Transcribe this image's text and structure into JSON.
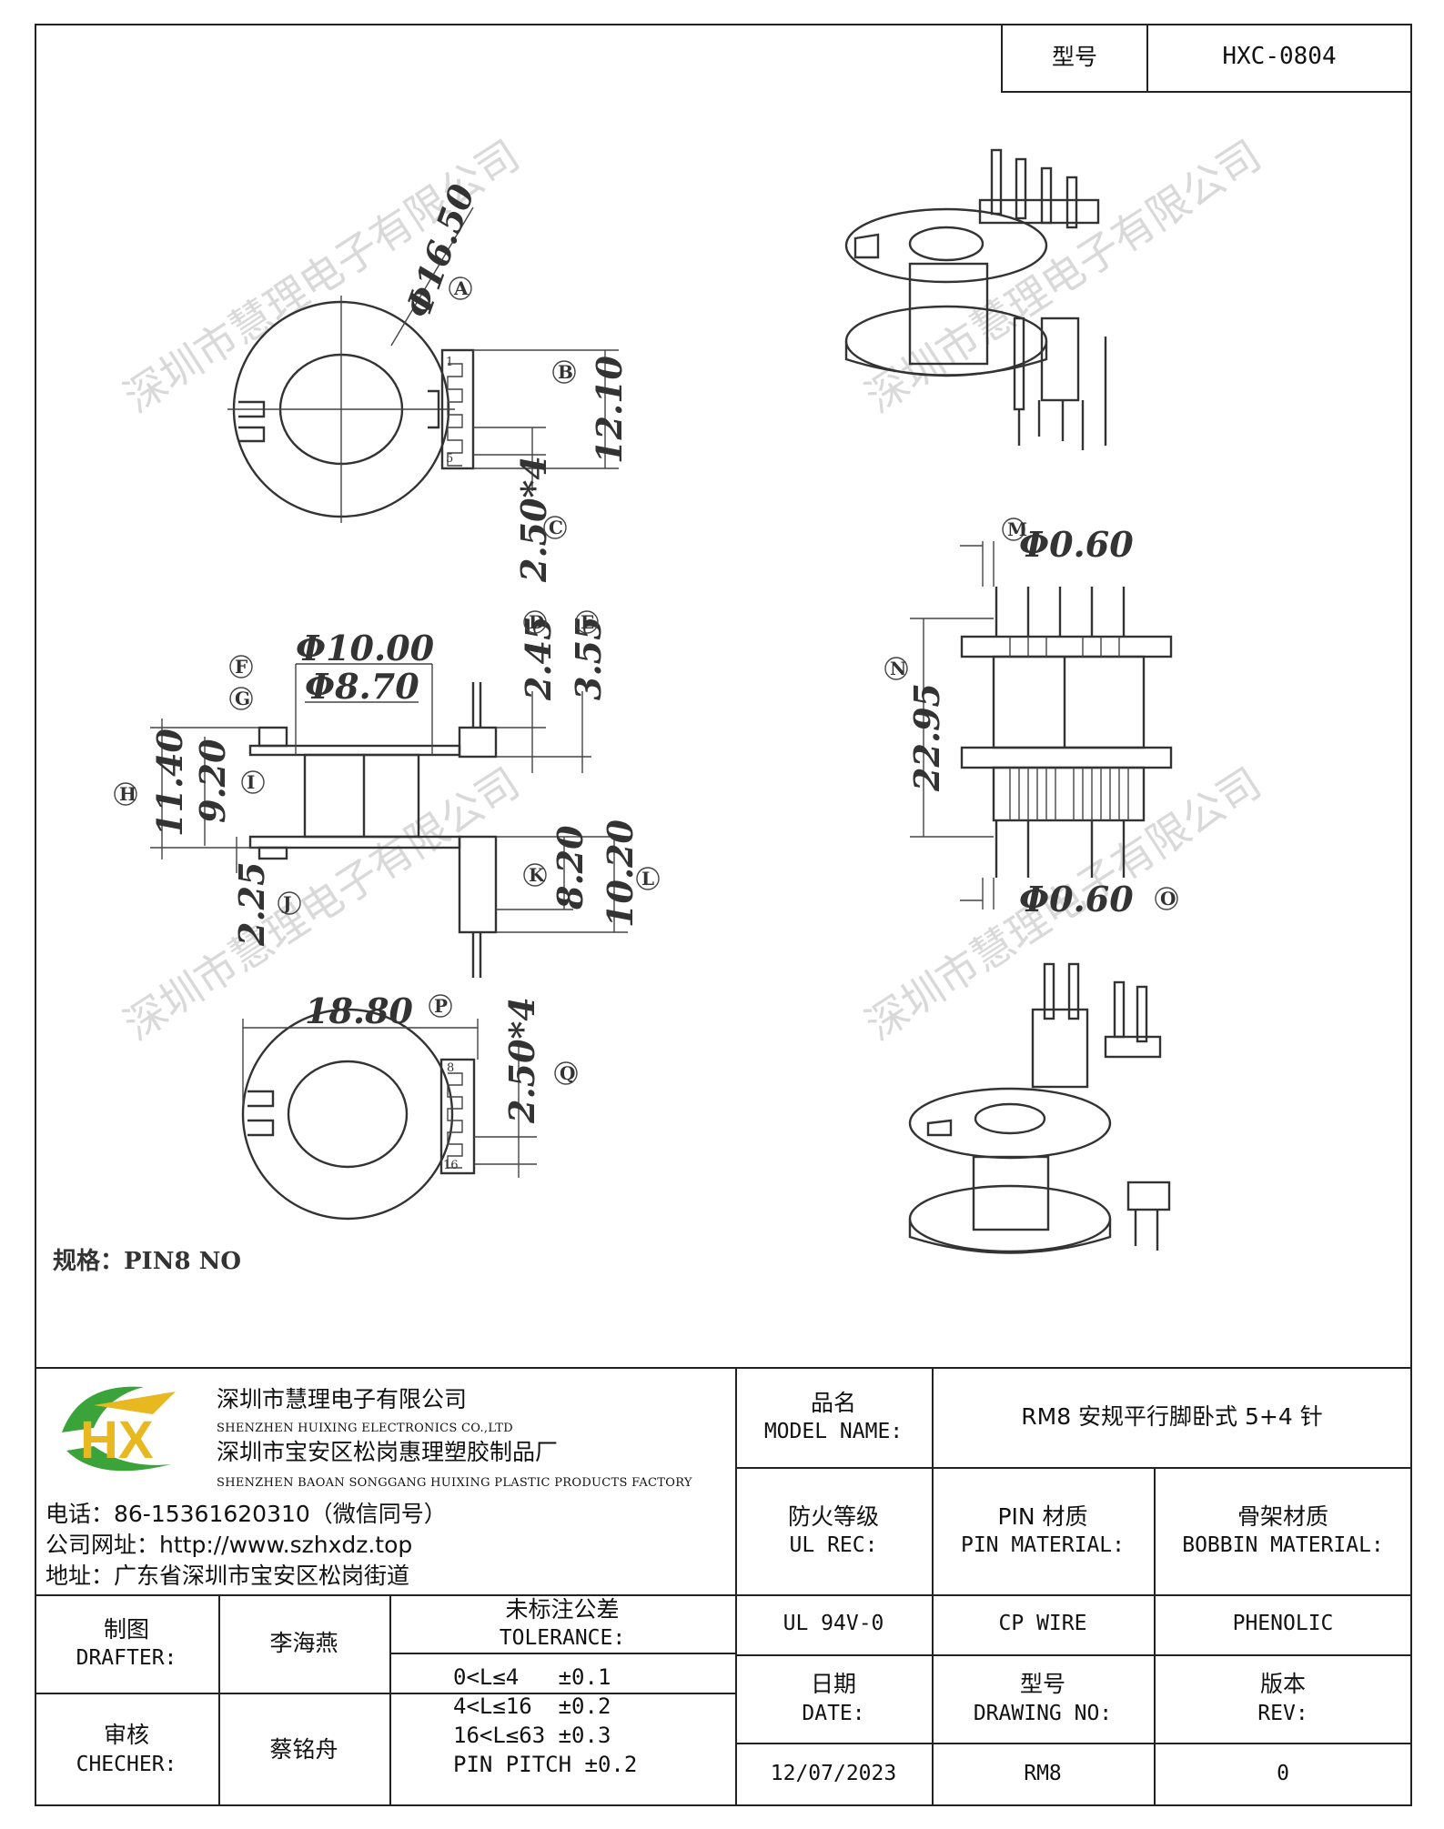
{
  "header": {
    "model_label": "型号",
    "model_value": "HXC-0804"
  },
  "spec_note": "规格：PIN8 NO",
  "dimensions": {
    "A": "Φ16.50",
    "B": "12.10",
    "C": "2.50*4",
    "D": "2.45",
    "E": "3.55",
    "F": "Φ10.00",
    "G": "Φ8.70",
    "H": "11.40",
    "I": "9.20",
    "J": "2.25",
    "K": "8.20",
    "L": "10.20",
    "M": "Φ0.60",
    "N": "22.95",
    "O": "Φ0.60",
    "P": "18.80",
    "Q": "2.50*4"
  },
  "markers": [
    "A",
    "B",
    "C",
    "D",
    "E",
    "F",
    "G",
    "H",
    "I",
    "J",
    "K",
    "L",
    "M",
    "N",
    "O",
    "P",
    "Q"
  ],
  "pin_labels": {
    "top_first": "1",
    "top_last": "5",
    "bottom_first": "8",
    "bottom_last": "16"
  },
  "watermark": "深圳市慧理电子有限公司",
  "company": {
    "name_cn": "深圳市慧理电子有限公司",
    "name_en": "SHENZHEN HUIXING ELECTRONICS CO.,LTD",
    "factory_cn": "深圳市宝安区松岗惠理塑胶制品厂",
    "factory_en": "SHENZHEN BAOAN SONGGANG HUIXING PLASTIC PRODUCTS FACTORY",
    "phone": "电话：86-15361620310（微信同号）",
    "website": "公司网址：http://www.szhxdz.top",
    "address": "地址：广东省深圳市宝安区松岗街道",
    "logo_text": "HX"
  },
  "title_block": {
    "model_name_cn": "品名",
    "model_name_en": "MODEL NAME:",
    "model_name_value": "RM8 安规平行脚卧式 5+4 针",
    "ul_cn": "防火等级",
    "ul_en": "UL REC:",
    "pin_mat_cn": "PIN 材质",
    "pin_mat_en": "PIN MATERIAL:",
    "bobbin_mat_cn": "骨架材质",
    "bobbin_mat_en": "BOBBIN MATERIAL:",
    "ul_value": "UL 94V-0",
    "pin_mat_value": "CP WIRE",
    "bobbin_mat_value": "PHENOLIC",
    "drafter_cn": "制图",
    "drafter_en": "DRAFTER:",
    "drafter_name": "李海燕",
    "checker_cn": "审核",
    "checker_en": "CHECHER:",
    "checker_name": "蔡铭舟",
    "tolerance_cn": "未标注公差",
    "tolerance_en": "TOLERANCE:",
    "tolerance_lines": [
      "0<L≤4   ±0.1",
      "4<L≤16  ±0.2",
      "16<L≤63 ±0.3",
      "PIN PITCH ±0.2"
    ],
    "date_cn": "日期",
    "date_en": "DATE:",
    "date_value": "12/07/2023",
    "drawing_cn": "型号",
    "drawing_en": "DRAWING NO:",
    "drawing_value": "RM8",
    "rev_cn": "版本",
    "rev_en": "REV:",
    "rev_value": "0"
  },
  "colors": {
    "line": "#222222",
    "logo_green": "#3aa43a",
    "logo_yellow": "#e8b820",
    "watermark": "#d8d8d8"
  }
}
